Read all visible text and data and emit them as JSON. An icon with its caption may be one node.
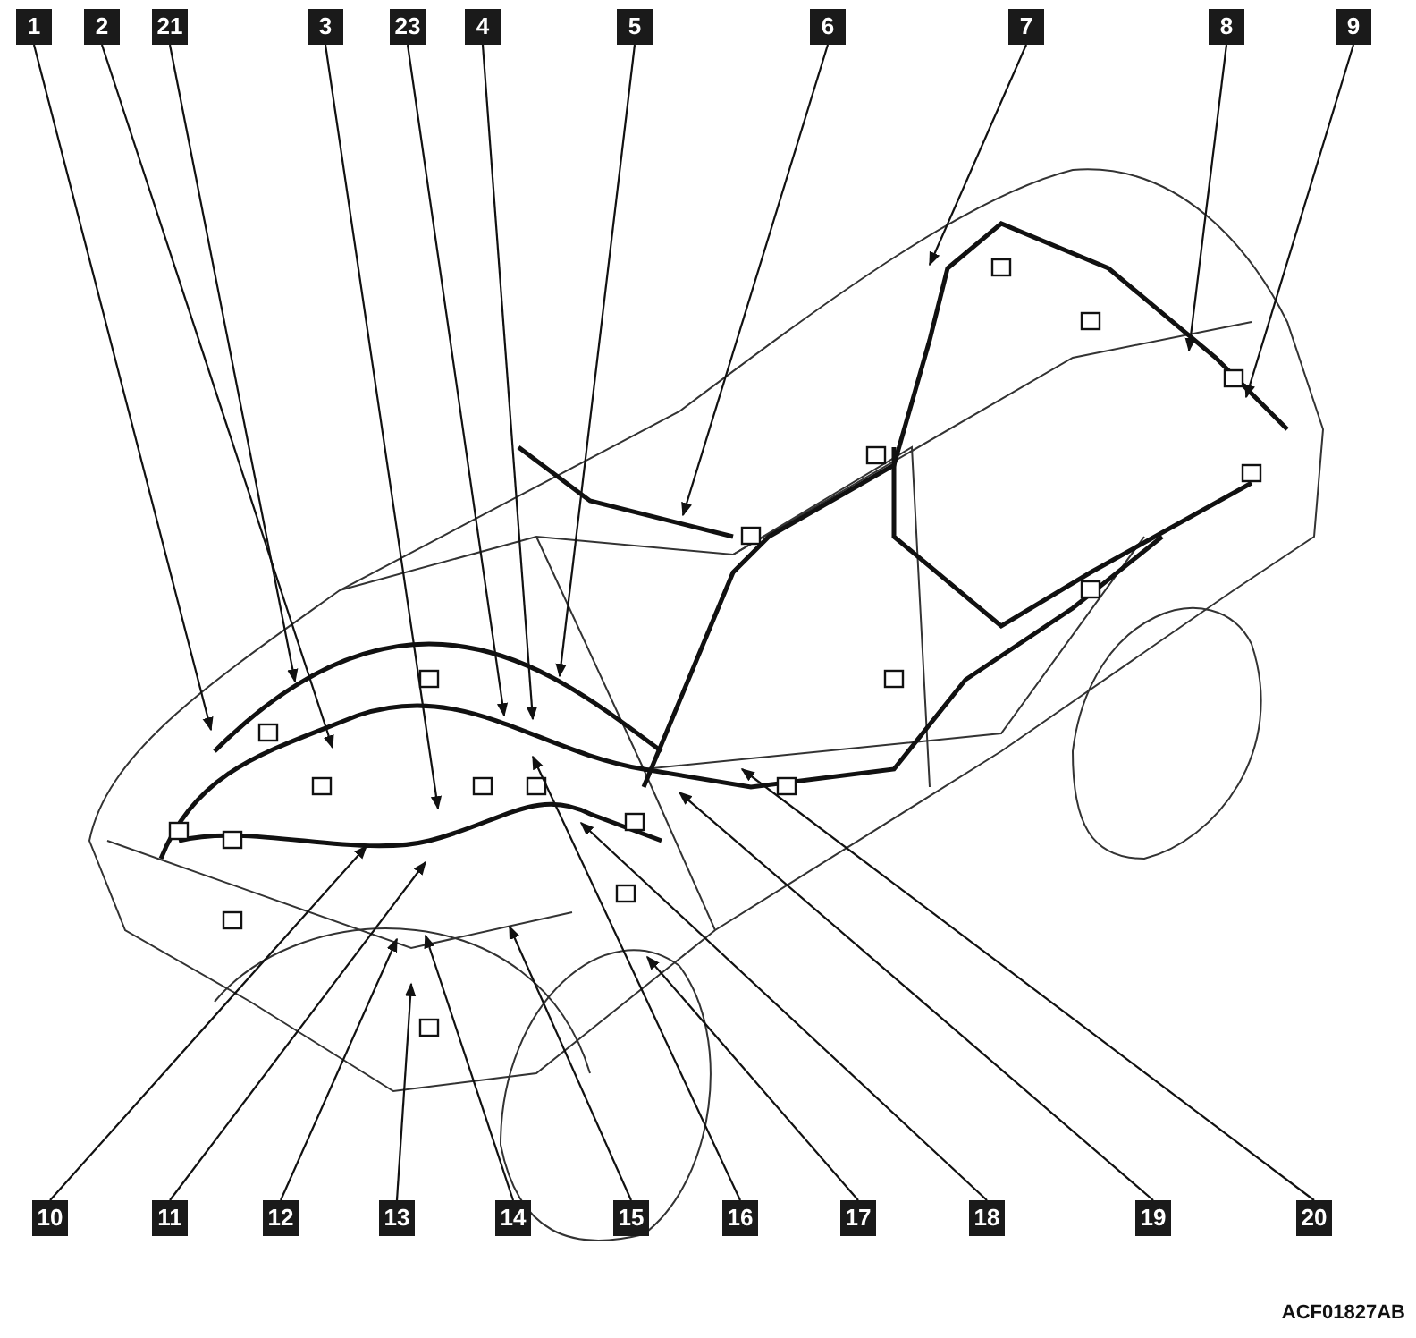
{
  "diagram": {
    "nodes": [
      {
        "text": [
          "1"
        ]
      },
      {
        "text": [
          "2"
        ]
      },
      {
        "text": [
          "21"
        ]
      },
      {
        "text": [
          "3"
        ]
      },
      {
        "text": [
          "23"
        ]
      },
      {
        "text": [
          "4"
        ]
      },
      {
        "text": [
          "5"
        ]
      },
      {
        "text": [
          "6"
        ]
      },
      {
        "text": [
          "7"
        ]
      },
      {
        "text": [
          "8"
        ]
      },
      {
        "text": [
          "9"
        ]
      },
      {
        "text": [
          "10"
        ]
      },
      {
        "text": [
          "11"
        ]
      },
      {
        "text": [
          "12"
        ]
      },
      {
        "text": [
          "13"
        ]
      },
      {
        "text": [
          "14"
        ]
      },
      {
        "text": [
          "15"
        ]
      },
      {
        "text": [
          "16"
        ]
      },
      {
        "text": [
          "17"
        ]
      },
      {
        "text": [
          "18"
        ]
      },
      {
        "text": [
          "19"
        ]
      },
      {
        "text": [
          "20"
        ]
      }
    ],
    "edges": [
      {
        "from": 0,
        "to": null,
        "arrow": "to"
      },
      {
        "from": 1,
        "to": null,
        "arrow": "to"
      },
      {
        "from": 2,
        "to": null,
        "arrow": "to"
      },
      {
        "from": 3,
        "to": null,
        "arrow": "to"
      },
      {
        "from": 4,
        "to": null,
        "arrow": "to"
      },
      {
        "from": 5,
        "to": null,
        "arrow": "to"
      },
      {
        "from": 6,
        "to": null,
        "arrow": "to"
      },
      {
        "from": 7,
        "to": null,
        "arrow": "to"
      },
      {
        "from": 8,
        "to": null,
        "arrow": "to"
      },
      {
        "from": 9,
        "to": null,
        "arrow": "to"
      },
      {
        "from": 10,
        "to": null,
        "arrow": "to"
      },
      {
        "from": 11,
        "to": null,
        "arrow": "to"
      },
      {
        "from": 12,
        "to": null,
        "arrow": "to"
      },
      {
        "from": 13,
        "to": null,
        "arrow": "to"
      },
      {
        "from": 14,
        "to": null,
        "arrow": "to"
      },
      {
        "from": 15,
        "to": null,
        "arrow": "to"
      },
      {
        "from": 16,
        "to": null,
        "arrow": "to"
      },
      {
        "from": 17,
        "to": null,
        "arrow": "to"
      },
      {
        "from": 18,
        "to": null,
        "arrow": "to"
      },
      {
        "from": 19,
        "to": null,
        "arrow": "to"
      },
      {
        "from": 20,
        "to": null,
        "arrow": "to"
      },
      {
        "from": 21,
        "to": null,
        "arrow": "to"
      }
    ],
    "labels": [
      "ACF01827AB"
    ]
  }
}
